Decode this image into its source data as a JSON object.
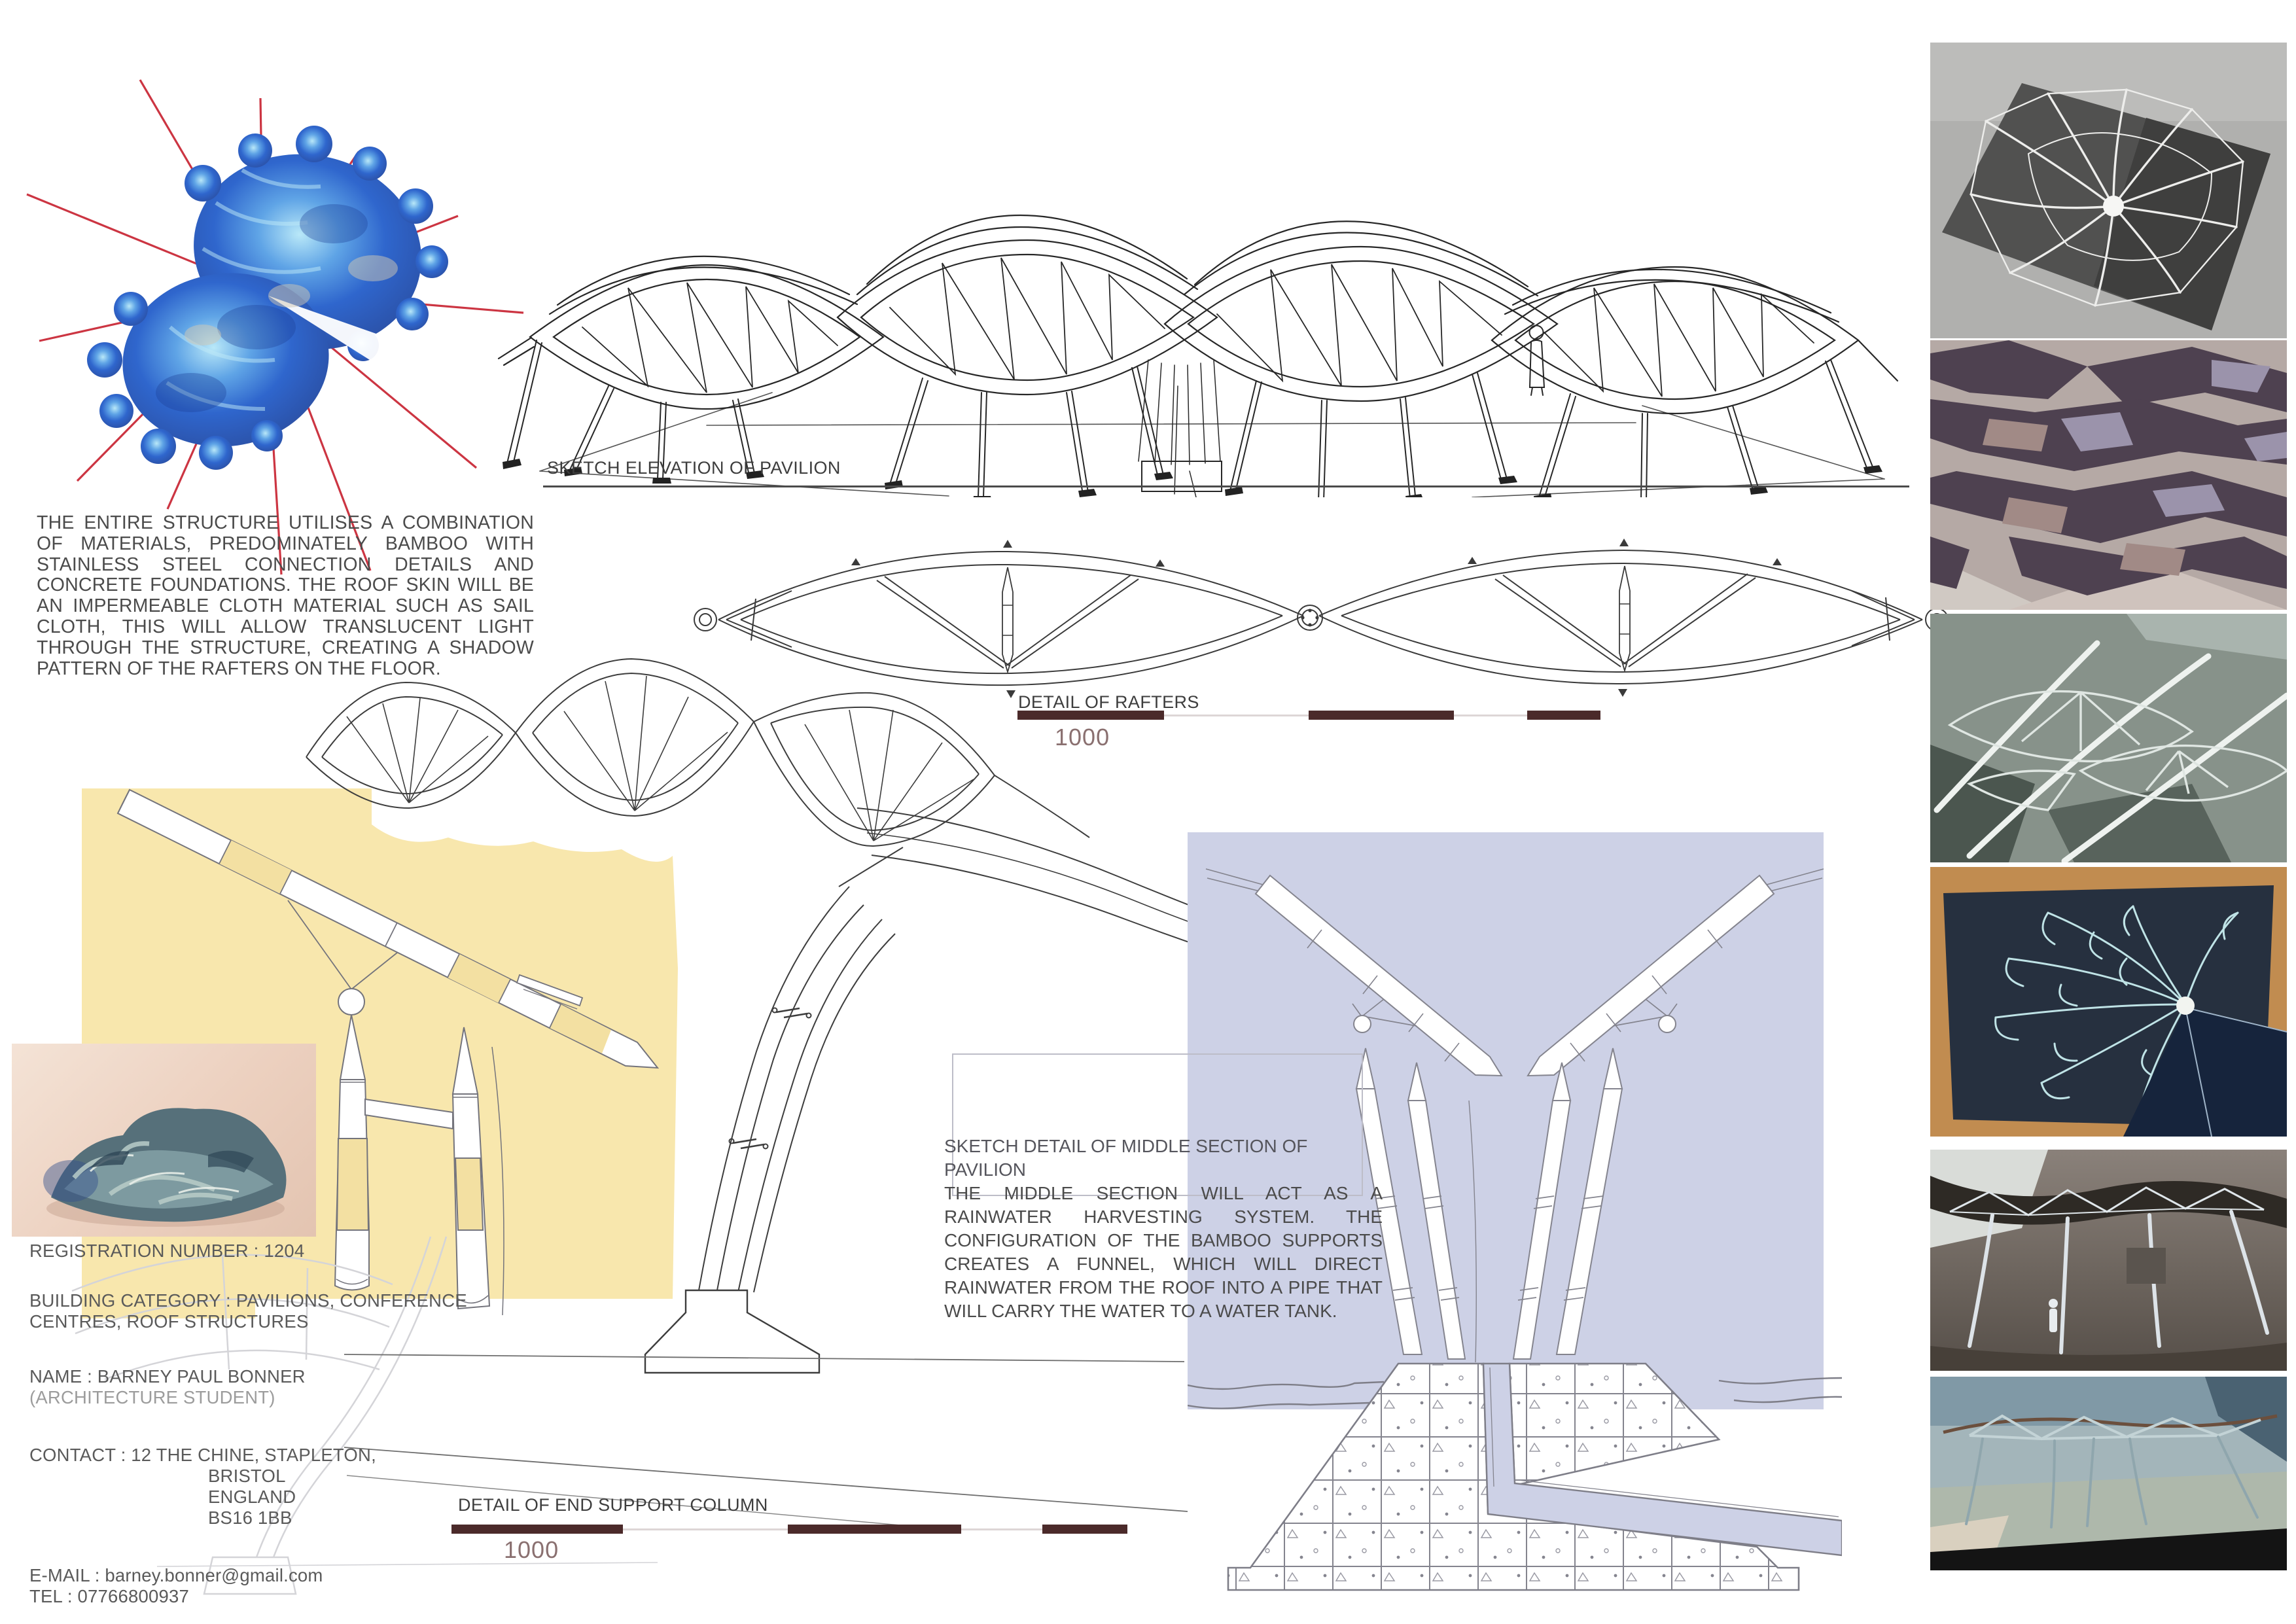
{
  "colors": {
    "accent_red": "#c82433",
    "highlight_yellow": "#f8e7ad",
    "panel_lavender": "#cdd1e6",
    "scalebar_maroon": "#4b2a2a",
    "body_text_grey": "#4b4b4b"
  },
  "intro": {
    "text": "THE ENTIRE STRUCTURE UTILISES A COMBINATION OF MATERIALS, PREDOMINATELY BAMBOO WITH STAINLESS STEEL CONNECTION DETAILS AND CONCRETE FOUNDATIONS. THE ROOF SKIN WILL BE AN IMPERMEABLE CLOTH MATERIAL SUCH AS SAIL CLOTH, THIS WILL ALLOW TRANSLUCENT LIGHT THROUGH THE STRUCTURE, CREATING A SHADOW PATTERN OF THE RAFTERS ON THE FLOOR."
  },
  "labels": {
    "sketch_elevation": "SKETCH ELEVATION OF PAVILION",
    "detail_of_rafters": "DETAIL OF RAFTERS",
    "detail_of_end_support_column": "DETAIL OF END SUPPORT COLUMN",
    "rafters_scale_value": "1000",
    "end_support_scale_value": "1000"
  },
  "middle_section": {
    "heading": "SKETCH DETAIL OF MIDDLE SECTION OF PAVILION",
    "body": "THE MIDDLE SECTION WILL ACT AS A RAINWATER HARVESTING SYSTEM. THE CONFIGURATION OF THE BAMBOO SUPPORTS CREATES A FUNNEL, WHICH WILL DIRECT RAINWATER FROM THE ROOF INTO A PIPE THAT WILL CARRY THE WATER TO A WATER TANK."
  },
  "registration": {
    "lines": [
      "REGISTRATION NUMBER : 1204",
      "BUILDING CATEGORY : PAVILIONS, CONFERENCE",
      "CENTRES, ROOF STRUCTURES",
      "NAME : BARNEY PAUL BONNER",
      "(ARCHITECTURE STUDENT)",
      "CONTACT : 12 THE CHINE, STAPLETON,",
      "BRISTOL",
      "ENGLAND",
      "BS16 1BB",
      "E-MAIL : barney.bonner@gmail.com",
      "TEL : 07766800937"
    ]
  },
  "photos": [
    {
      "alt": "grey physical model photo - white frame roof structure on dark board"
    },
    {
      "alt": "shadow pattern study - dark posterized rafter shadows"
    },
    {
      "alt": "model close-up - white bamboo roof trusses"
    },
    {
      "alt": "leaf pattern model on navy board with tan frame"
    },
    {
      "alt": "pavilion model elevation photo with scale figure"
    },
    {
      "alt": "posterized pavilion model view"
    }
  ]
}
